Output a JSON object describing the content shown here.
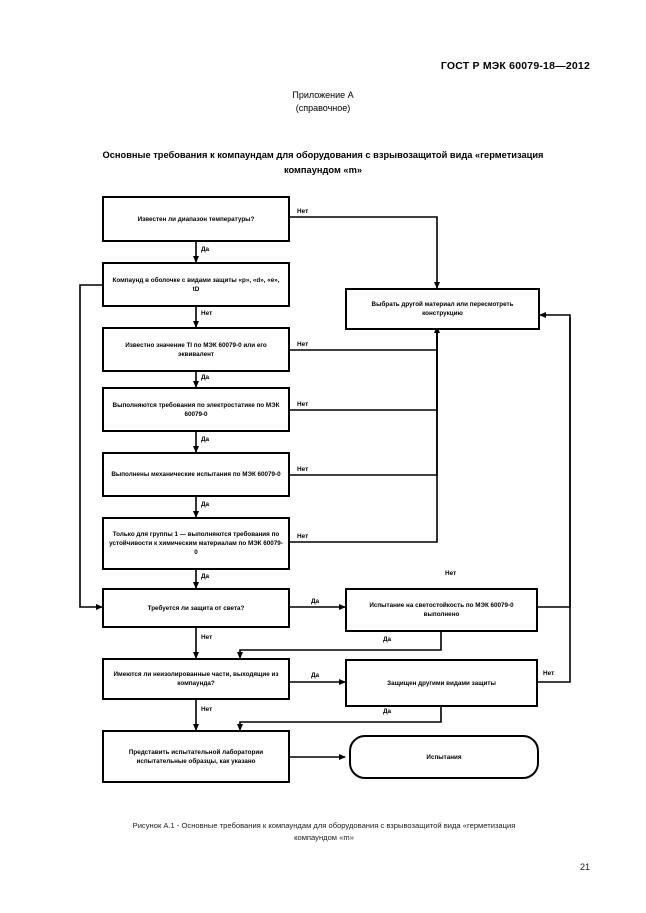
{
  "header": {
    "standard": "ГОСТ Р МЭК 60079-18—2012",
    "annex_line1": "Приложение А",
    "annex_line2": "(справочное)",
    "title_line1": "Основные требования к компаундам для оборудования с взрывозащитой вида «герметизация",
    "title_line2": "компаундом «m»"
  },
  "flowchart": {
    "nodes": [
      {
        "id": "temp-range",
        "text": "Известен ли диапазон температуры?"
      },
      {
        "id": "compound-encl",
        "text": "Компаунд в оболочке с видами защиты «p», «d», «e», tD"
      },
      {
        "id": "ti-value",
        "text": "Известно значение TI по МЭК 60079-0 или его эквивалент"
      },
      {
        "id": "electrostatic",
        "text": "Выполняются требования по электростатике по МЭК 60079-0"
      },
      {
        "id": "mechanical",
        "text": "Выполнены механические испытания по МЭК 60079-0"
      },
      {
        "id": "group1-chemical",
        "text": "Только для группы 1 — выполняются требования по устойчивости к химическим материалам по МЭК 60079-0"
      },
      {
        "id": "light-protection",
        "text": "Требуется ли защита от света?"
      },
      {
        "id": "bare-parts",
        "text": "Имеются ли неизолированные части, выходящие из компаунда?"
      },
      {
        "id": "submit-samples",
        "text": "Представить испытательной лаборатории испытательные образцы, как указано"
      },
      {
        "id": "other-material",
        "text": "Выбрать другой материал или пересмотреть конструкцию"
      },
      {
        "id": "light-test",
        "text": "Испытание на светостойкость по МЭК 60079-0 выполнено"
      },
      {
        "id": "other-protection",
        "text": "Защищен другими видами защиты"
      },
      {
        "id": "tests",
        "text": "Испытания"
      }
    ],
    "labels": {
      "yes": "Да",
      "no": "Нет",
      "temp_range_no": "Нет",
      "temp_range_yes": "Да",
      "compound_encl_no": "Нет",
      "ti_value_no": "Нет",
      "ti_value_yes": "Да",
      "electrostatic_no": "Нет",
      "electrostatic_yes": "Да",
      "mechanical_no": "Нет",
      "mechanical_yes": "Да",
      "group1_no": "Нет",
      "group1_yes": "Да",
      "light_protection_yes": "Да",
      "light_protection_no": "Нет",
      "light_test_no": "Нет",
      "light_test_yes": "Да",
      "bare_parts_yes": "Да",
      "bare_parts_no": "Нет",
      "other_protection_no": "Нет",
      "other_protection_yes": "Да"
    }
  },
  "footer": {
    "caption_line1": "Рисунок А.1 - Основные требования к компаундам для оборудования с взрывозащитой вида «герметизация",
    "caption_line2": "компаундом «m»",
    "page_number": "21"
  }
}
